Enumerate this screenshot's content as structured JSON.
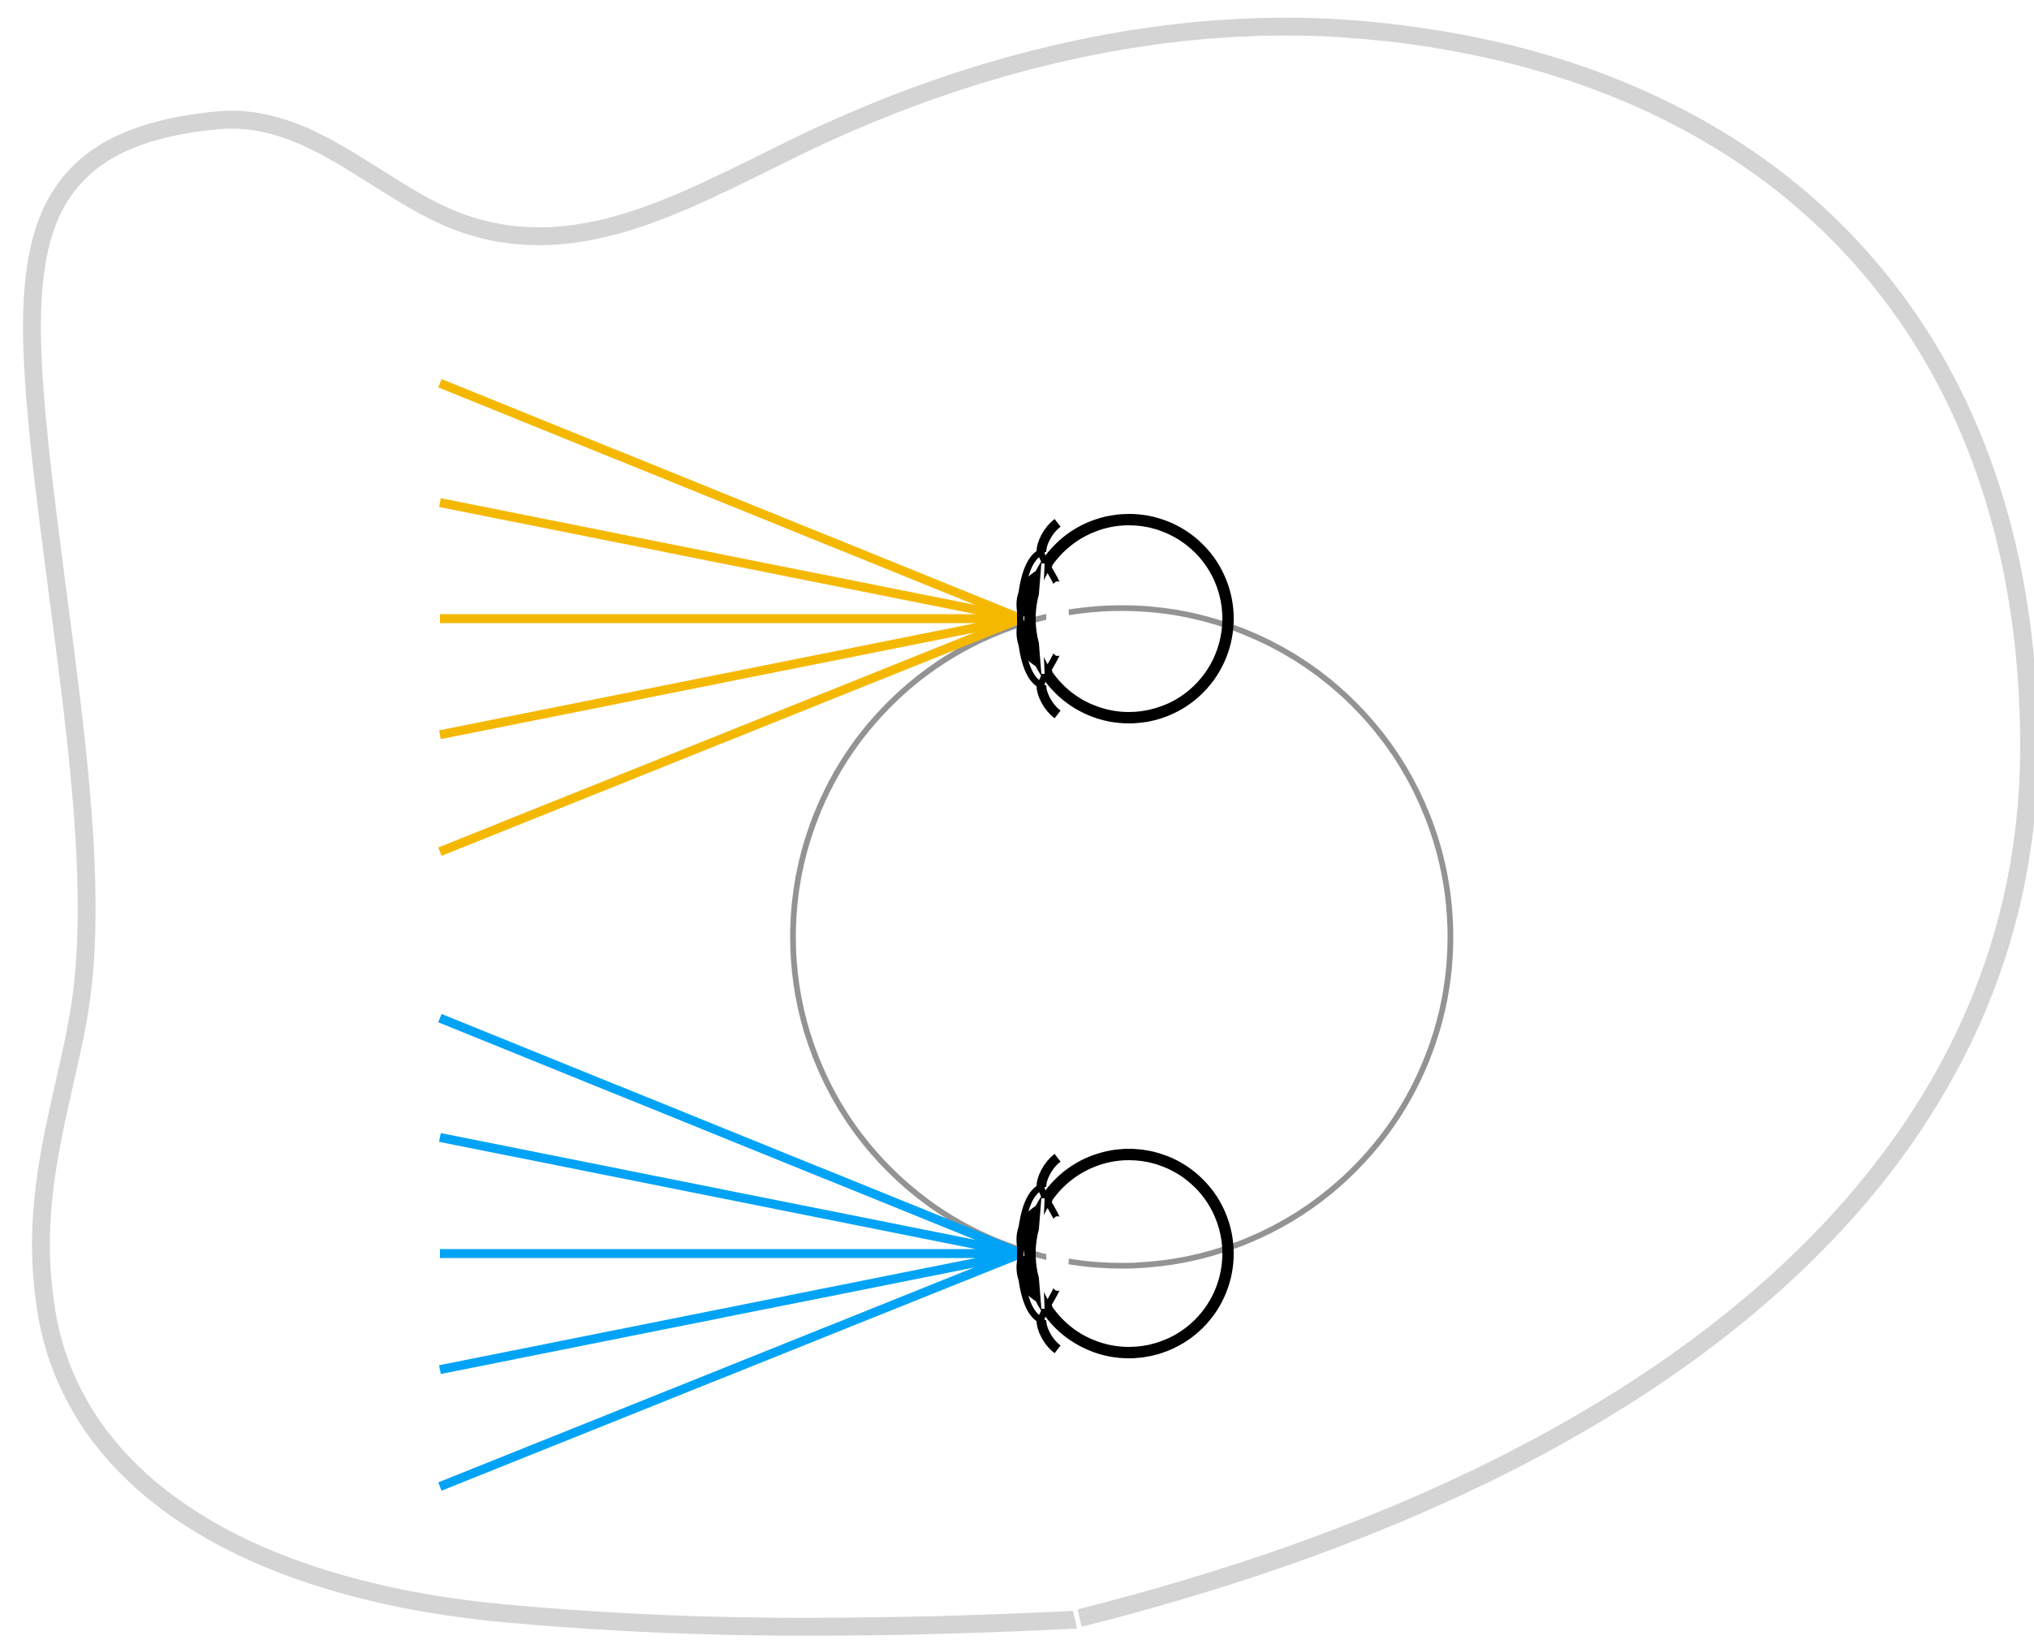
{
  "diagram": {
    "colors": {
      "background": "#ffffff",
      "outline": "#d4d4d4",
      "orbit": "#939393",
      "eye": "#000000",
      "eye_highlight": "#ffffff",
      "upper_rays": "#f5b800",
      "lower_rays": "#00a3f5"
    },
    "elements": {
      "outline": "blob-outline",
      "orbit": "orbit-circle",
      "eyes": [
        "eye-icon",
        "eye-icon"
      ],
      "ray_groups": [
        {
          "name": "upper-ray-group",
          "color_key": "upper_rays",
          "ray_count": 5
        },
        {
          "name": "lower-ray-group",
          "color_key": "lower_rays",
          "ray_count": 5
        }
      ]
    }
  }
}
